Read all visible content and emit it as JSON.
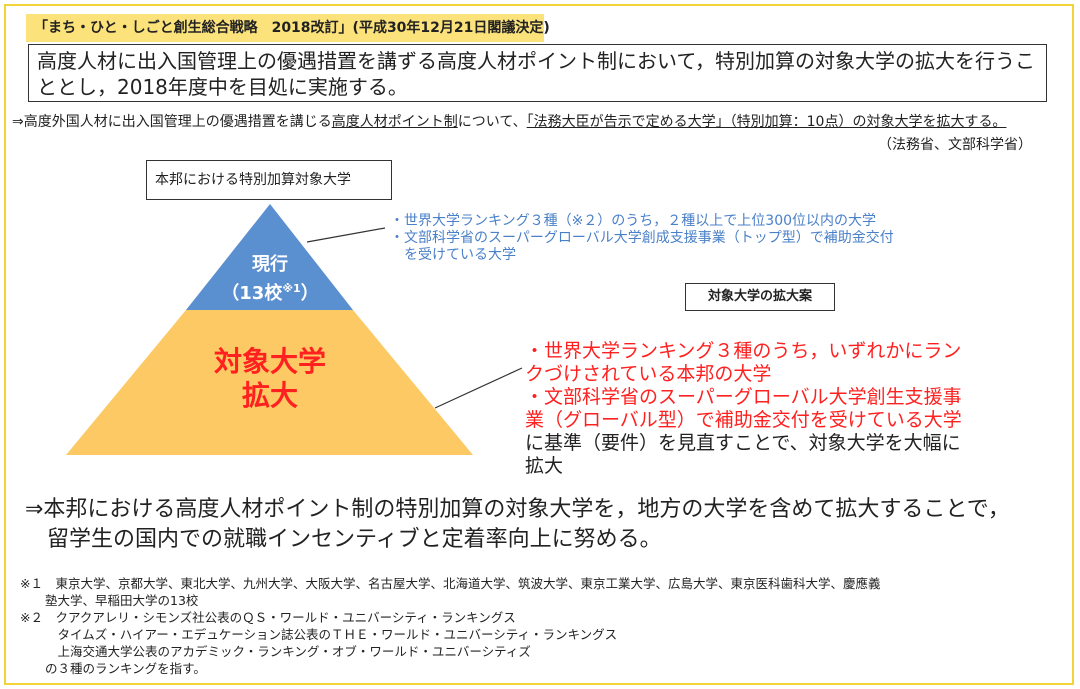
{
  "header_tag": "「まち・ひと・しごと創生総合戦略　2018改訂」(平成30年12月21日閣議決定)",
  "summary": "高度人材に出入国管理上の優遇措置を講ずる高度人材ポイント制において，特別加算の対象大学の拡大を行うこととし，2018年度中を目処に実施する。",
  "arrow_pre": "⇒高度外国人材に出入国管理上の優遇措置を講じる",
  "arrow_u1": "高度人材ポイント制",
  "arrow_mid": "について、",
  "arrow_u2": "「法務大臣が告示で定める大学」（特別加算：10点）の対象大学を拡大する。",
  "ministry": "（法務省、文部科学省）",
  "pyramid_label": "本邦における特別加算対象大学",
  "current_line1": "現行",
  "current_line2": "（13校",
  "current_sup": "※1",
  "current_close": "）",
  "expand_line1": "対象大学",
  "expand_line2": "拡大",
  "current_criteria": [
    "・世界大学ランキング３種（※２）のうち，２種以上で上位300位以内の大学",
    "・文部科学省のスーパーグローバル大学創成支援事業（トップ型）で補助金交付",
    "　を受けている大学"
  ],
  "proposal_label": "対象大学の拡大案",
  "proposal_red": [
    "・世界大学ランキング３種のうち，いずれかにラン",
    "クづけされている本邦の大学",
    "・文部科学省のスーパーグローバル大学創生支援事",
    "業（グローバル型）で補助金交付を受けている大学"
  ],
  "proposal_black": [
    "に基準（要件）を見直すことで、対象大学を大幅に",
    "拡大"
  ],
  "conclusion": [
    "⇒本邦における高度人材ポイント制の特別加算の対象大学を，地方の大学を含めて拡大することで，",
    "　留学生の国内での就職インセンティブと定着率向上に努める。"
  ],
  "notes": [
    "※１　東京大学、京都大学、東北大学、九州大学、大阪大学、名古屋大学、北海道大学、筑波大学、東京工業大学、広島大学、東京医科歯科大学、慶應義",
    "　　塾大学、早稲田大学の13校",
    "※２　クアクアレリ・シモンズ社公表のＱＳ・ワールド・ユニバーシティ・ランキングス",
    "　　　タイムズ・ハイアー・エデュケーション誌公表のＴＨＥ・ワールド・ユニバーシティ・ランキングス",
    "　　　上海交通大学公表のアカデミック・ランキング・オブ・ワールド・ユニバーシティズ",
    "　　の３種のランキングを指す。"
  ],
  "colors": {
    "frame": "#f2d338",
    "tag_bg": "#fbe27a",
    "pyramid_top": "#5a8fd0",
    "pyramid_bottom": "#fcc964",
    "red": "#ff2020",
    "blue_text": "#4a80c8"
  }
}
